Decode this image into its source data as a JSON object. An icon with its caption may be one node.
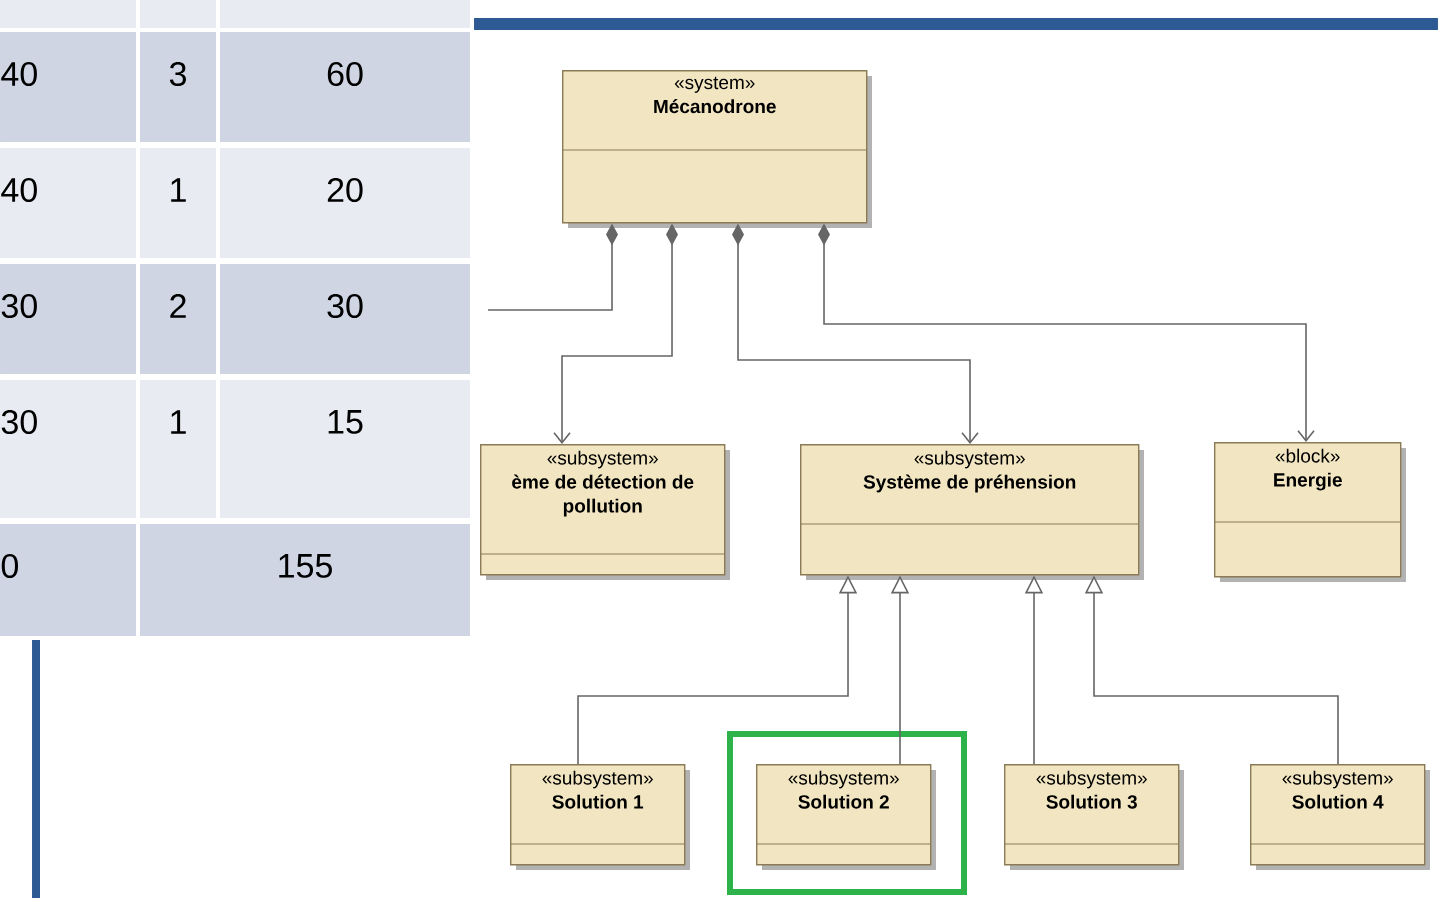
{
  "diagram": {
    "nodes": [
      {
        "text": [
          "«system»",
          "Mécanodrone"
        ]
      },
      {
        "text": [
          "«subsystem»",
          "ème de détection de pollution"
        ]
      },
      {
        "text": [
          "«subsystem»",
          "Système de préhension"
        ]
      },
      {
        "text": [
          "«block»",
          "Energie"
        ]
      },
      {
        "text": [
          "«subsystem»",
          "Solution 1"
        ]
      },
      {
        "text": [
          "«subsystem»",
          "Solution 2"
        ]
      },
      {
        "text": [
          "«subsystem»",
          "Solution 3"
        ]
      },
      {
        "text": [
          "«subsystem»",
          "Solution 4"
        ]
      }
    ],
    "edges": [
      {
        "from": 0,
        "to": null,
        "arrow": "other"
      },
      {
        "from": 0,
        "to": 1,
        "arrow": "to"
      },
      {
        "from": 0,
        "to": 2,
        "arrow": "to"
      },
      {
        "from": 0,
        "to": 3,
        "arrow": "to"
      },
      {
        "from": 4,
        "to": 2,
        "arrow": "to"
      },
      {
        "from": 5,
        "to": 2,
        "arrow": "to"
      },
      {
        "from": 6,
        "to": 2,
        "arrow": "to"
      },
      {
        "from": 7,
        "to": 2,
        "arrow": "to"
      }
    ],
    "labels": [
      "40",
      "3",
      "60",
      "40",
      "1",
      "20",
      "30",
      "2",
      "30",
      "30",
      "1",
      "15",
      "0",
      "155"
    ]
  }
}
